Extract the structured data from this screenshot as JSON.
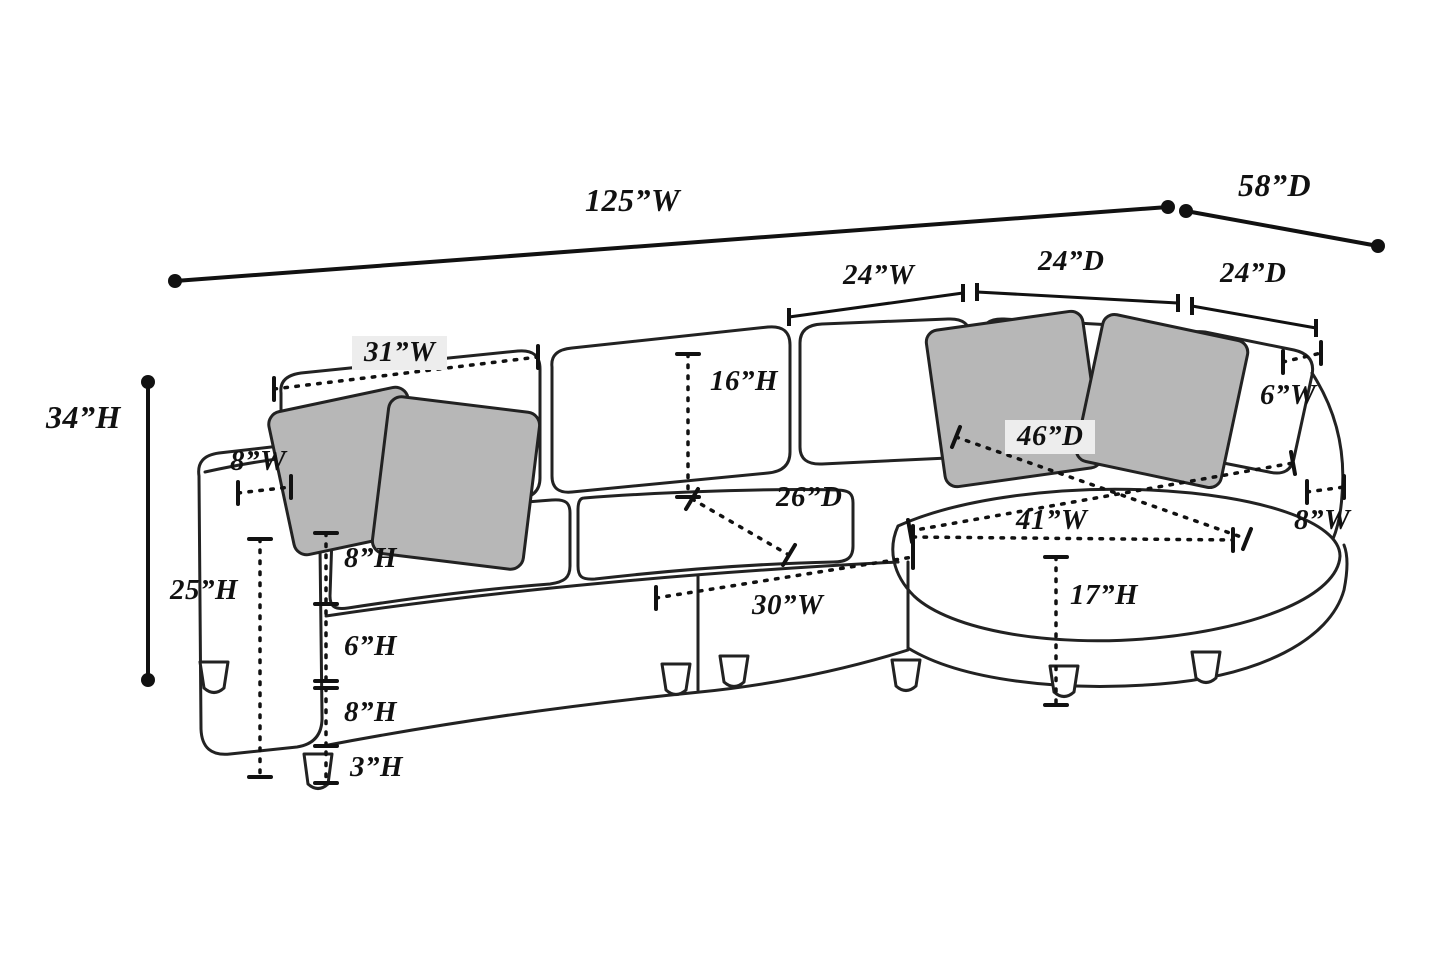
{
  "diagram": {
    "title": "sectional-sofa-dimension-diagram",
    "colors": {
      "line": "#111111",
      "pillow": "#b7b7b7",
      "label_bg": "#ededed"
    },
    "labels": {
      "w125": "125”W",
      "d58": "58”D",
      "w24": "24”W",
      "d24a": "24”D",
      "d24b": "24”D",
      "w31": "31”W",
      "h16": "16”H",
      "h34": "34”H",
      "w8a": "8”W",
      "d46": "46”D",
      "d26": "26”D",
      "w6": "6”W",
      "w8b": "8”W",
      "w41": "41”W",
      "h25": "25”H",
      "h8a": "8”H",
      "w30": "30”W",
      "h17": "17”H",
      "h6": "6”H",
      "h8b": "8”H",
      "h3": "3”H"
    }
  }
}
